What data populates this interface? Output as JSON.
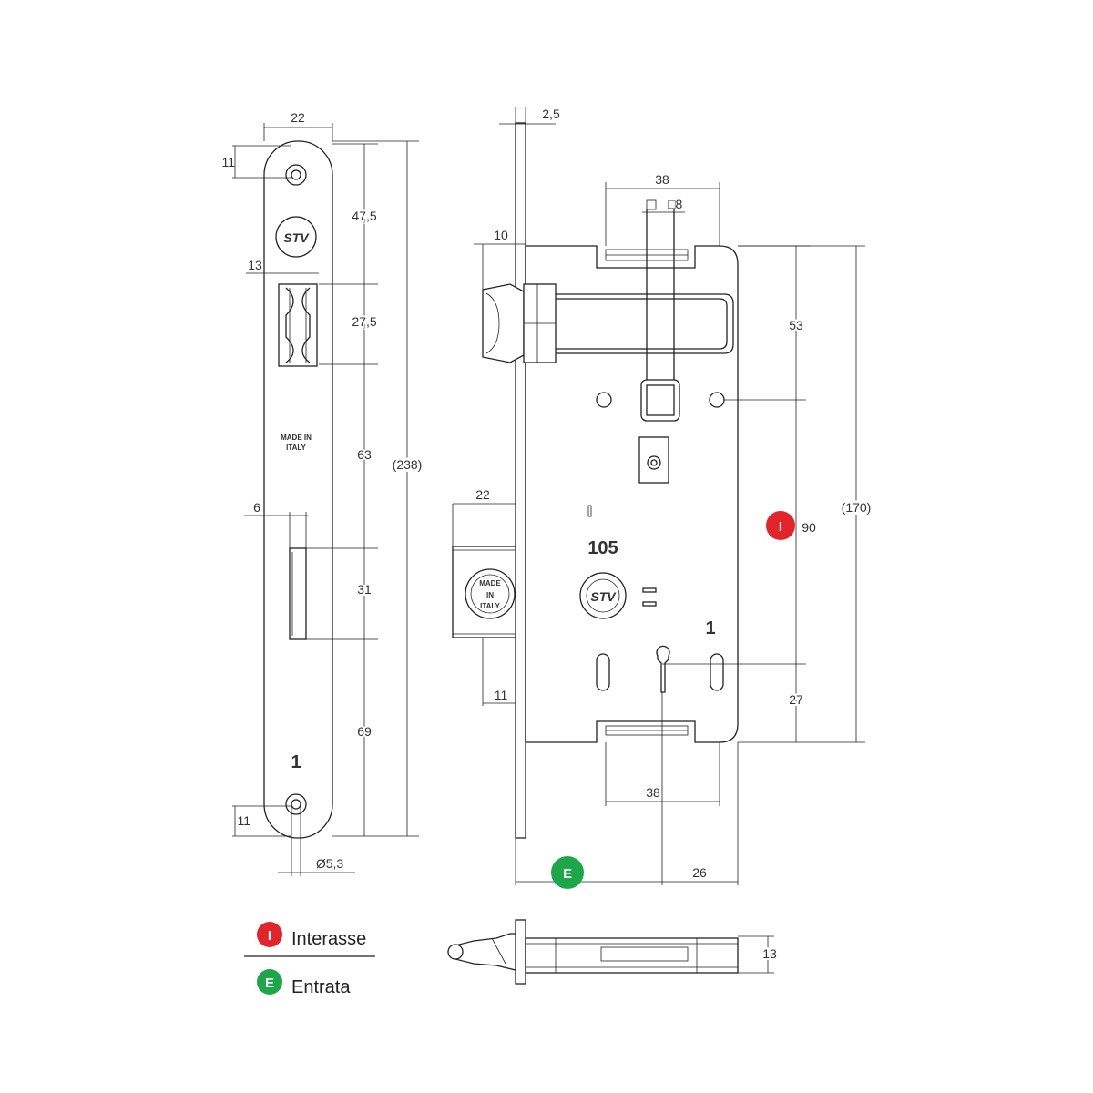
{
  "front_view": {
    "width": "22",
    "hole_offset_top": "11",
    "hole_offset_bottom": "11",
    "dim_47_5": "47,5",
    "latch_width": "13",
    "dim_27_5": "27,5",
    "dim_63": "63",
    "total_length": "(238)",
    "bolt_width": "6",
    "dim_31": "31",
    "dim_69": "69",
    "hole_diameter": "Ø5,3",
    "plate_text_line1": "MADE IN",
    "plate_text_line2": "ITALY",
    "number_label": "1",
    "logo_text": "STV"
  },
  "side_view": {
    "faceplate_thickness": "2,5",
    "top_width": "38",
    "square_spindle": "□8",
    "latch_projection": "10",
    "dim_53": "53",
    "dim_170": "(170)",
    "interasse_value": "90",
    "deadbolt_width": "22",
    "model_number": "105",
    "number_label": "1",
    "dim_11": "11",
    "dim_27": "27",
    "bottom_width": "38",
    "dim_26": "26",
    "deadbolt_stamp_line1": "MADE",
    "deadbolt_stamp_line2": "IN",
    "deadbolt_stamp_line3": "ITALY",
    "logo_text": "STV"
  },
  "bottom_view": {
    "thickness": "13"
  },
  "legend": {
    "interasse_badge": "I",
    "interasse_label": "Interasse",
    "entrata_badge": "E",
    "entrata_label": "Entrata",
    "interasse_color": "#e3242b",
    "entrata_color": "#1ea64b"
  }
}
